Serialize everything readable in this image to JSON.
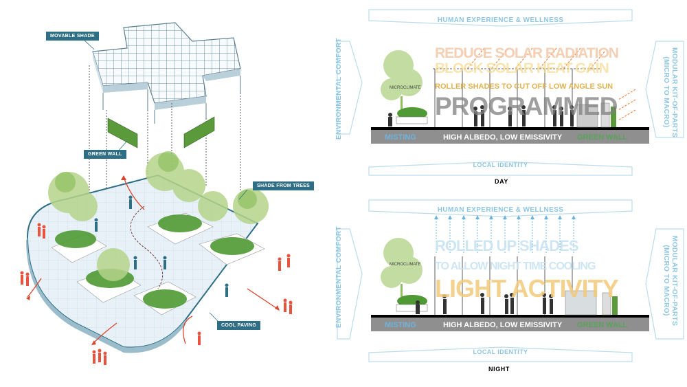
{
  "left_labels": {
    "movable_shade": "MOVABLE SHADE",
    "green_wall": "GREEN WALL",
    "shade_from_trees": "SHADE FROM TREES",
    "cool_paving": "COOL PAVING"
  },
  "day": {
    "top_banner": "HUMAN EXPERIENCE & WELLNESS",
    "left_vertical": "ENVIRONMENTAL COMFORT",
    "right_vertical_1": "MODULAR KIT-OF-PARTS",
    "right_vertical_2": "(MICRO TO MACRO)",
    "line1": "REDUCE SOLAR RADIATION",
    "line2": "BLOCK SOLAR HEAT GAIN",
    "line3": "ROLLER SHADES TO CUT OFF LOW ANGLE SUN",
    "big_word": "PROGRAMMED",
    "microclimate": "MICROCLIMATE",
    "ground_left": "MISTING",
    "ground_mid": "HIGH ALBEDO, LOW EMISSIVITY",
    "ground_right": "GREEN WALL",
    "bottom_banner": "LOCAL IDENTITY",
    "caption": "DAY"
  },
  "night": {
    "top_banner": "HUMAN EXPERIENCE & WELLNESS",
    "left_vertical": "ENVIRONMENTAL COMFORT",
    "right_vertical_1": "MODULAR KIT-OF-PARTS",
    "right_vertical_2": "(MICRO TO MACRO)",
    "line1": "ROLLED UP SHADES",
    "line2": "TO ALLOW NIGHT TIME COOLING",
    "big_word": "LIGHT ACTIVITY",
    "microclimate": "MICROCLIMATE",
    "ground_left": "MISTING",
    "ground_mid": "HIGH ALBEDO, LOW EMISSIVITY",
    "ground_right": "GREEN WALL",
    "bottom_banner": "LOCAL IDENTITY",
    "caption": "NIGHT"
  },
  "colors": {
    "teal_tag": "#2f6f86",
    "light_blue": "#8ec6e2",
    "orange": "#f08a4b",
    "red_figure": "#e8533f",
    "green": "#5a9a3a"
  }
}
